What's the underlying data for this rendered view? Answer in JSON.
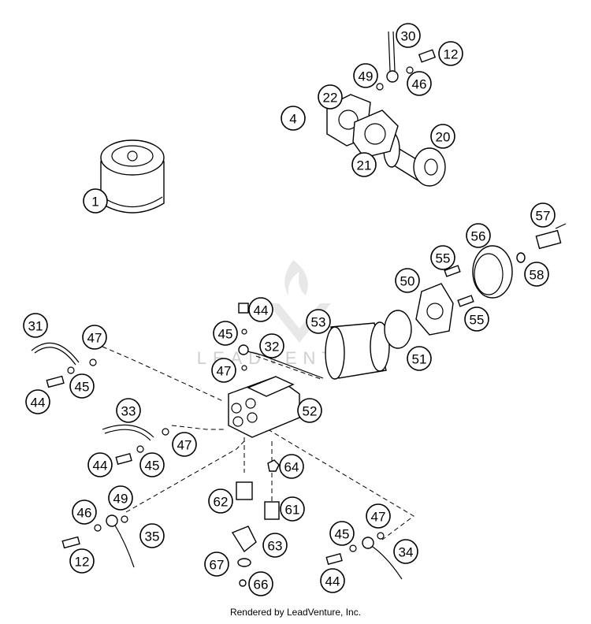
{
  "watermark_text": "LEADVENTURE",
  "footer": "Rendered by LeadVenture, Inc.",
  "callouts": [
    "1",
    "4",
    "12",
    "20",
    "21",
    "22",
    "30",
    "46",
    "49",
    "50",
    "51",
    "53",
    "55",
    "56",
    "57",
    "58",
    "31",
    "32",
    "33",
    "35",
    "44",
    "45",
    "47",
    "52",
    "61",
    "62",
    "63",
    "64",
    "66",
    "67",
    "34"
  ]
}
